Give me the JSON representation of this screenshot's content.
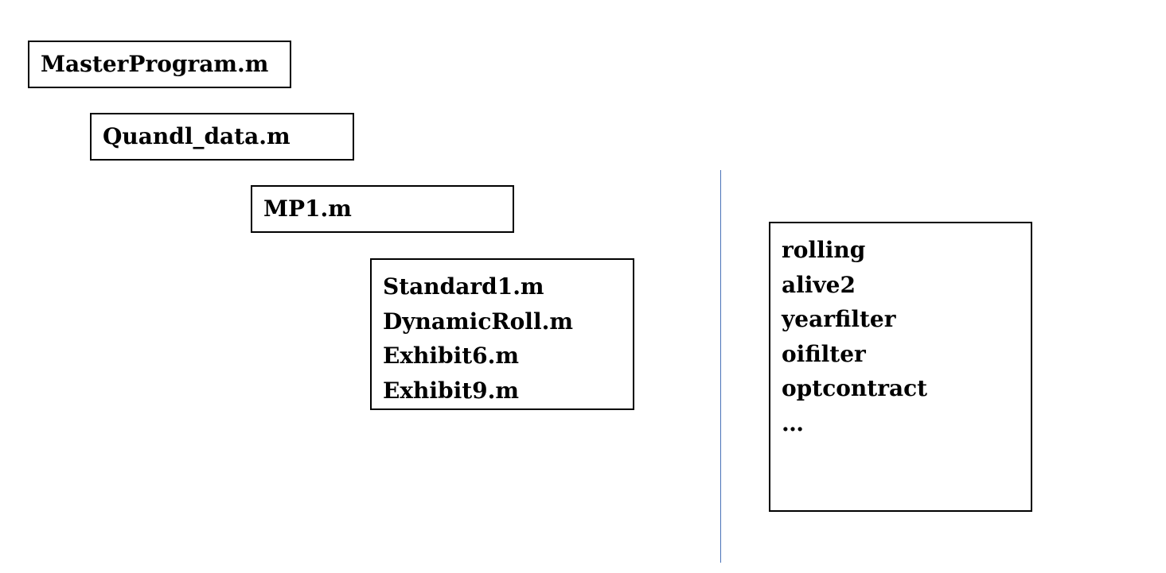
{
  "colors": {
    "box_border": "#000000",
    "divider": "#4a72b8",
    "background": "#ffffff"
  },
  "diagram": {
    "master": "MasterProgram.m",
    "quandl": "Quandl_data.m",
    "mp1": "MP1.m",
    "subprograms": [
      "Standard1.m",
      "DynamicRoll.m",
      "Exhibit6.m",
      "Exhibit9.m"
    ],
    "functions": [
      "rolling",
      "alive2",
      "yearfilter",
      "oifilter",
      "optcontract",
      "…"
    ]
  }
}
